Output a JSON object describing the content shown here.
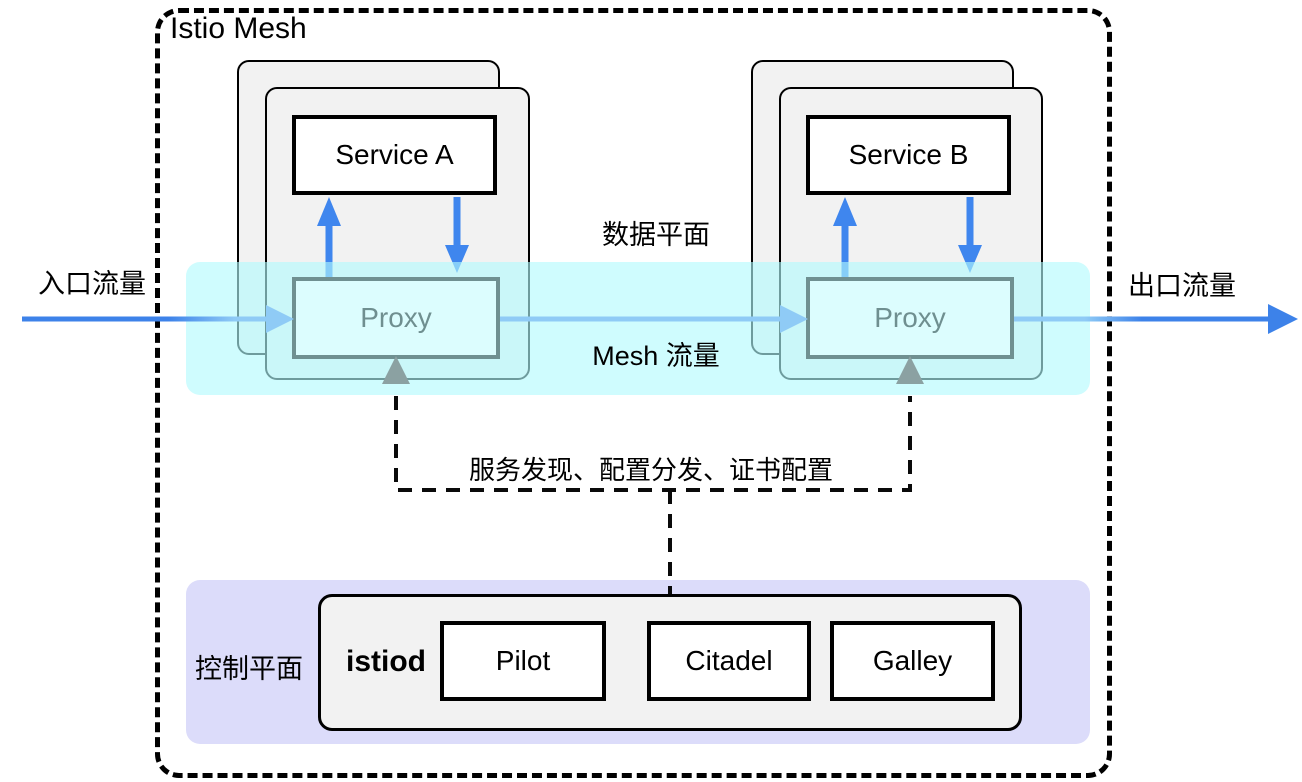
{
  "diagram": {
    "title": "Istio Mesh",
    "ingress_label": "入口流量",
    "egress_label": "出口流量",
    "data_plane_label": "数据平面",
    "mesh_traffic_label": "Mesh 流量",
    "discovery_label": "服务发现、配置分发、证书配置",
    "control_plane_label": "控制平面",
    "services": [
      {
        "name": "Service A",
        "proxy": "Proxy"
      },
      {
        "name": "Service B",
        "proxy": "Proxy"
      }
    ],
    "istiod": {
      "label": "istiod",
      "components": [
        "Pilot",
        "Citadel",
        "Galley"
      ]
    }
  },
  "colors": {
    "arrow_blue": "#3f86ee",
    "light_blue": "#8fcbf6",
    "data_plane_band": "#d5feff",
    "control_plane_band": "#dcdcfa",
    "proxy_fill": "#dcfdfe",
    "proxy_border": "#6f9091",
    "proxy_text": "#6f8f90",
    "pod_fill": "#f2f2f2",
    "gray_arrow": "#8ba1a2"
  }
}
